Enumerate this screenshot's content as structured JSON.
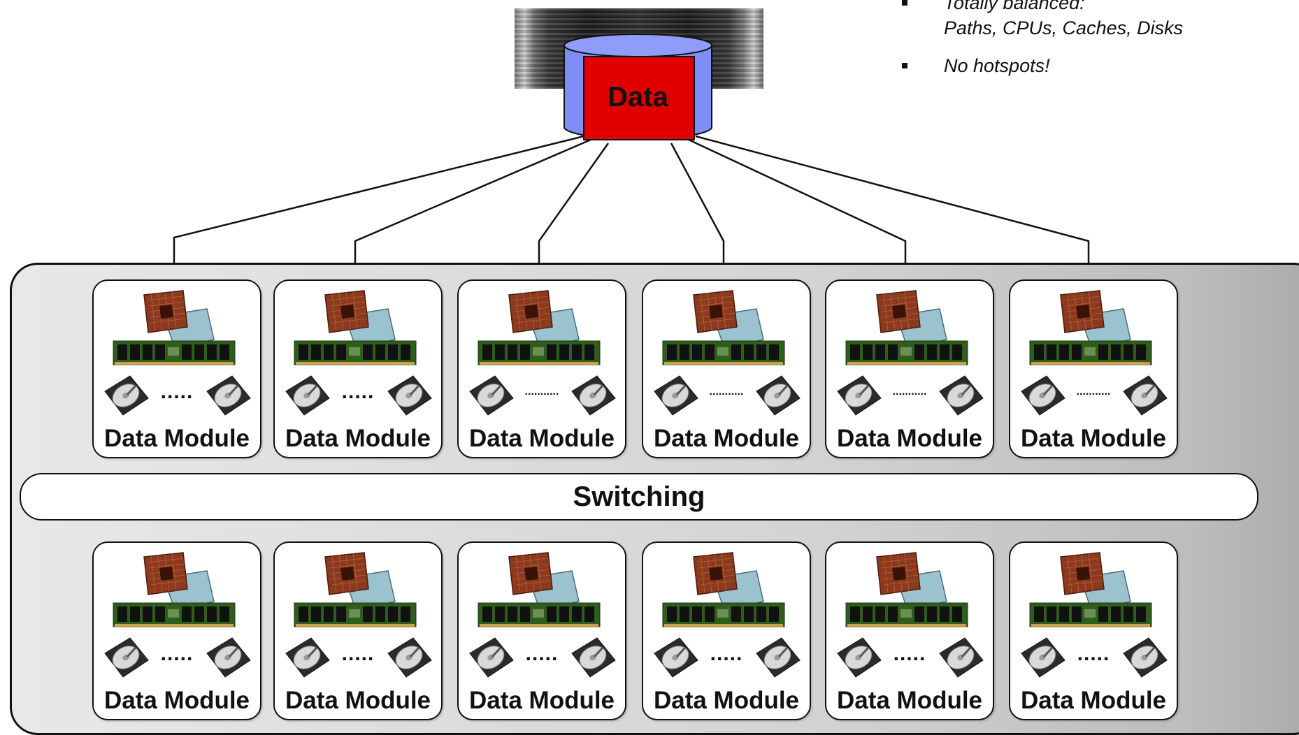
{
  "storage": {
    "label": "Data"
  },
  "bullets": [
    {
      "text": "Totally balanced:",
      "subtext": "Paths, CPUs, Caches, Disks"
    },
    {
      "text": "No hotspots!",
      "subtext": ""
    }
  ],
  "switch": {
    "label": "Switching"
  },
  "modules_top": [
    {
      "label": "Data Module",
      "dots": "....."
    },
    {
      "label": "Data Module",
      "dots": "....."
    },
    {
      "label": "Data Module",
      "dots": "..........."
    },
    {
      "label": "Data Module",
      "dots": "..........."
    },
    {
      "label": "Data Module",
      "dots": "..........."
    },
    {
      "label": "Data Module",
      "dots": "..........."
    }
  ],
  "modules_bottom": [
    {
      "label": "Data Module",
      "dots": "....."
    },
    {
      "label": "Data Module",
      "dots": "....."
    },
    {
      "label": "Data Module",
      "dots": "....."
    },
    {
      "label": "Data Module",
      "dots": "....."
    },
    {
      "label": "Data Module",
      "dots": "....."
    },
    {
      "label": "Data Module",
      "dots": "....."
    }
  ],
  "colors": {
    "cylinder_face": "#e00000",
    "cylinder_side": "#7f8df7",
    "cpu_die": "#8b3a1e",
    "ram_board": "#2f5d1c"
  },
  "icons": [
    "cpu-chip-icon",
    "memory-module-icon",
    "hard-disk-icon"
  ]
}
